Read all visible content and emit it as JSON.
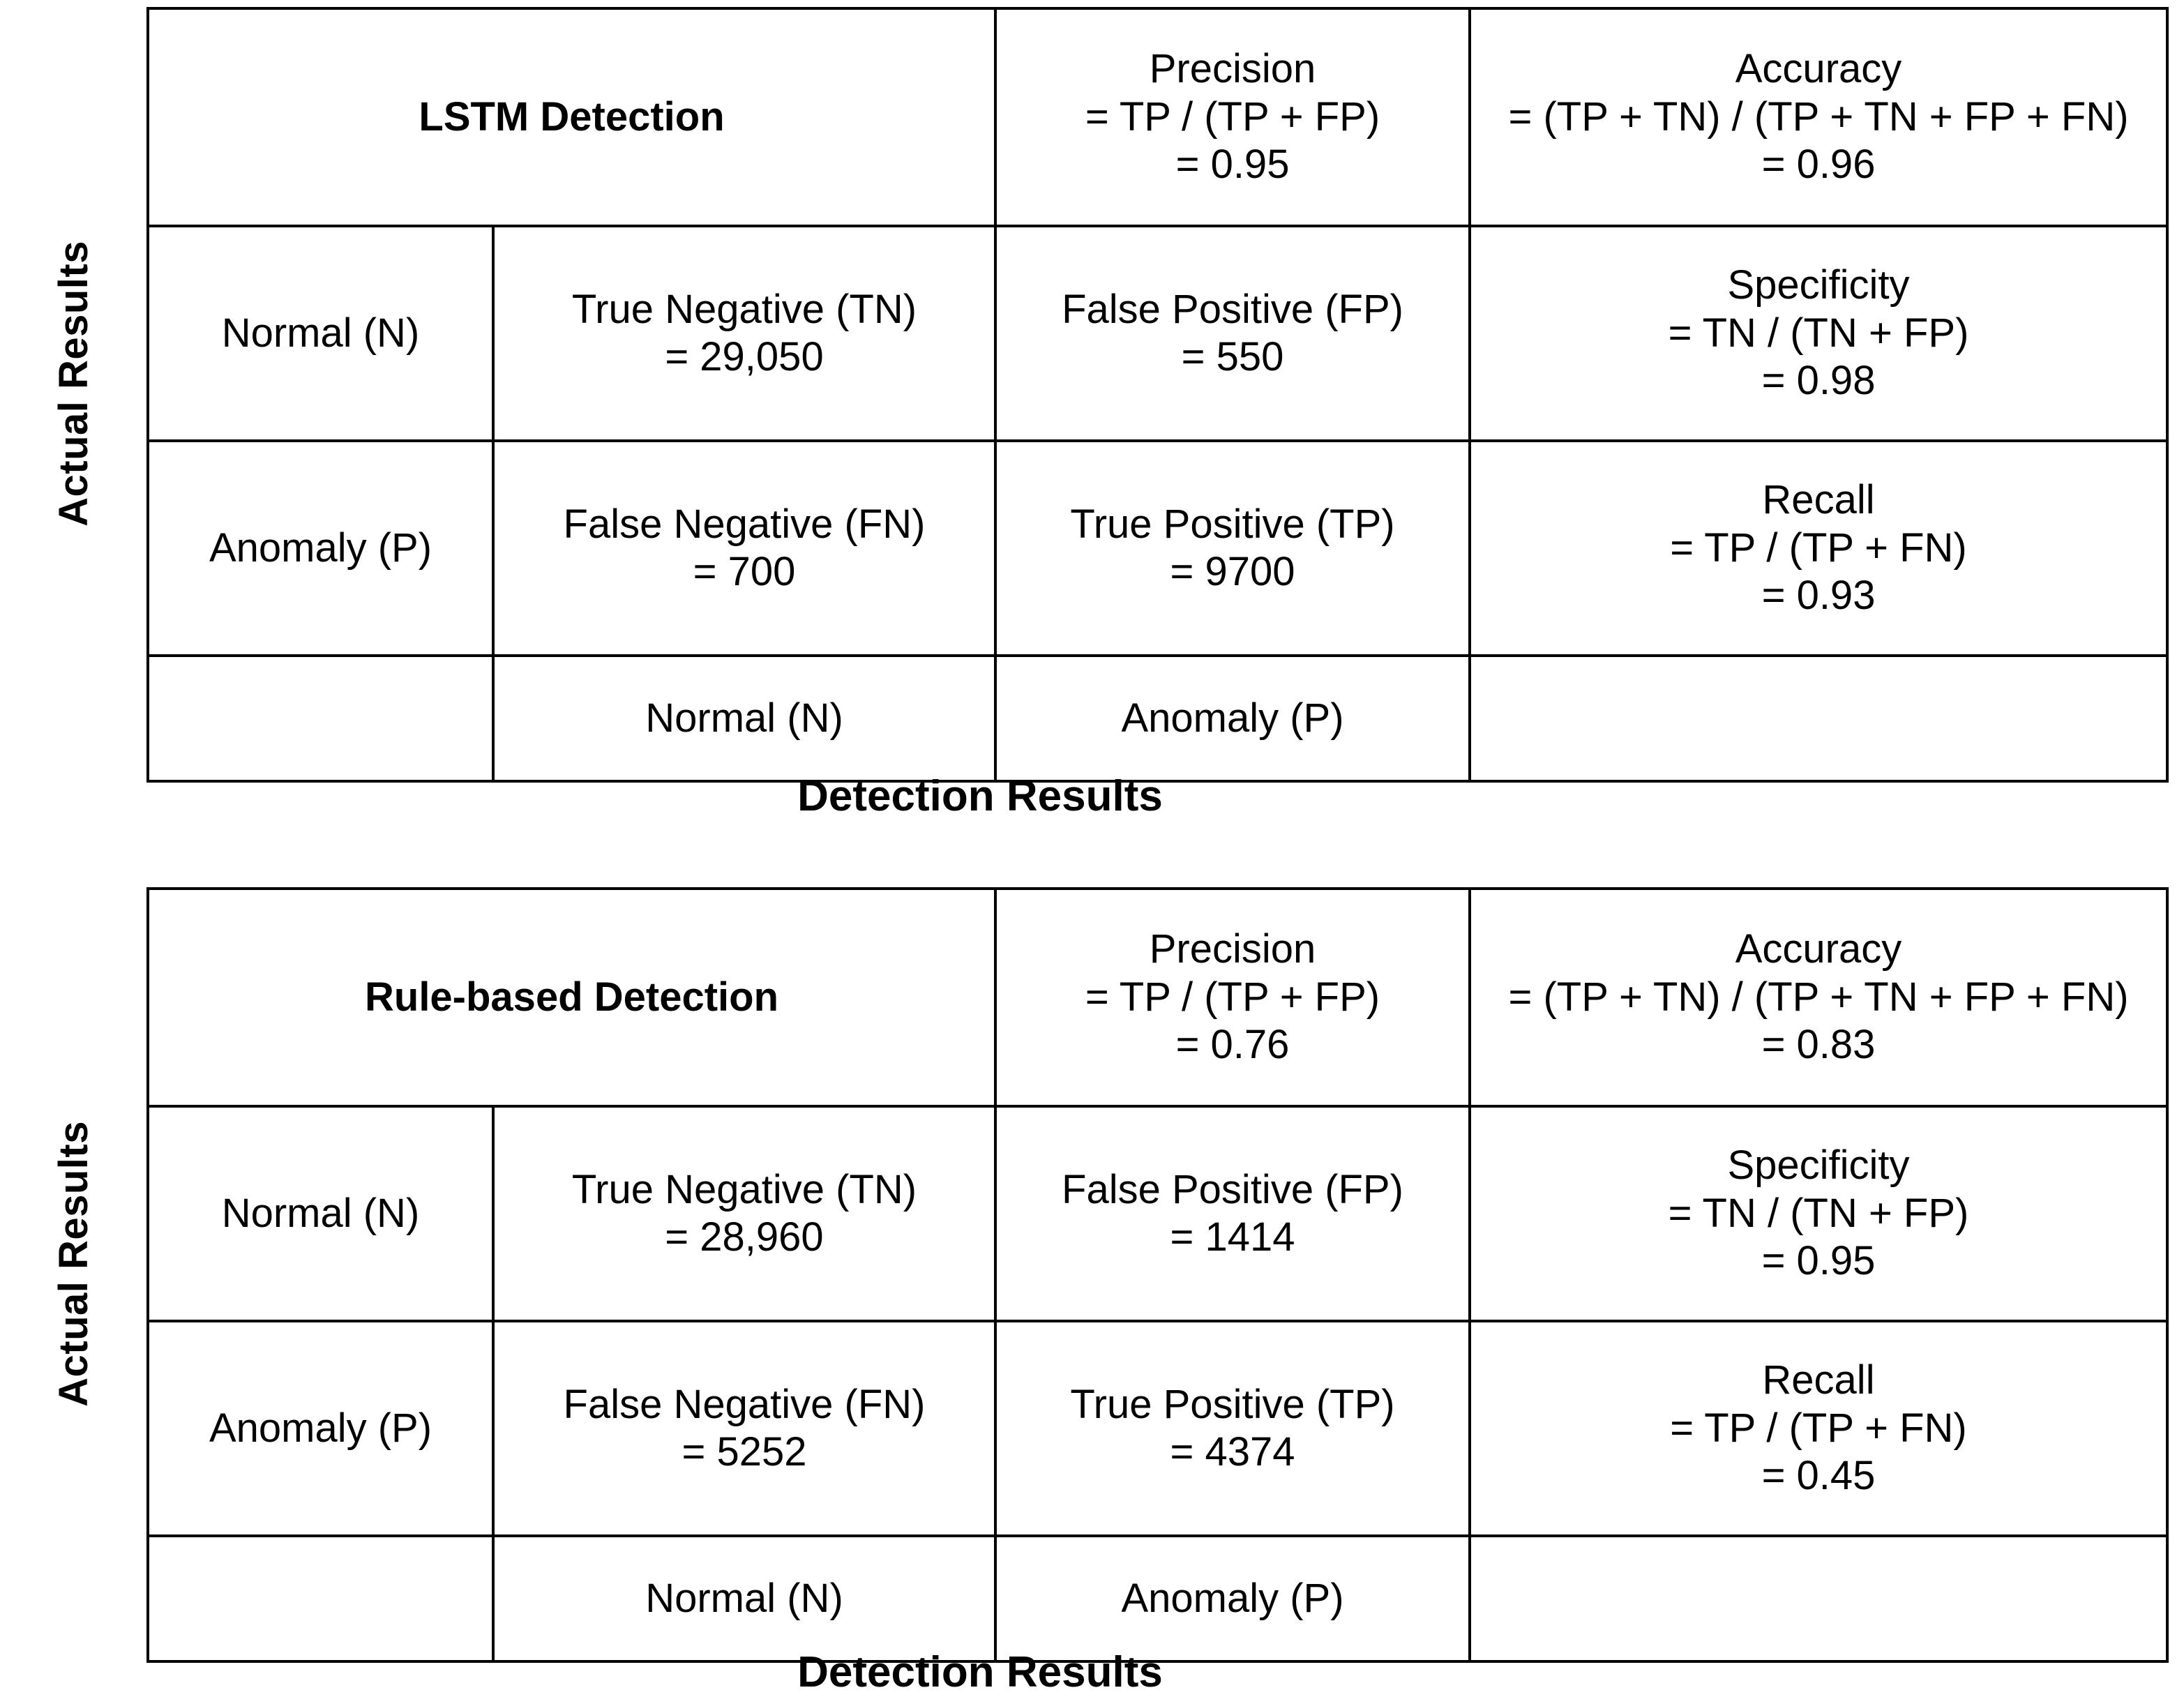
{
  "axis_labels": {
    "actual_results": "Actual Results",
    "detection_results": "Detection Results"
  },
  "matrices": [
    {
      "title": "LSTM Detection",
      "precision": {
        "name": "Precision",
        "formula": "= TP / (TP + FP)",
        "value": "= 0.95"
      },
      "accuracy": {
        "name": "Accuracy",
        "formula": "= (TP + TN) / (TP + TN + FP + FN)",
        "value": "= 0.96"
      },
      "row_normal": {
        "label": "Normal (N)",
        "tn_name": "True Negative (TN)",
        "tn_value": "= 29,050",
        "fp_name": "False Positive (FP)",
        "fp_value": "= 550",
        "specificity": {
          "name": "Specificity",
          "formula": "= TN / (TN + FP)",
          "value": "= 0.98"
        }
      },
      "row_anomaly": {
        "label": "Anomaly (P)",
        "fn_name": "False Negative (FN)",
        "fn_value": "= 700",
        "tp_name": "True Positive (TP)",
        "tp_value": "= 9700",
        "recall": {
          "name": "Recall",
          "formula": "= TP / (TP + FN)",
          "value": "= 0.93"
        }
      },
      "footer": {
        "normal": "Normal (N)",
        "anomaly": "Anomaly (P)"
      }
    },
    {
      "title": "Rule-based Detection",
      "precision": {
        "name": "Precision",
        "formula": "= TP / (TP + FP)",
        "value": "= 0.76"
      },
      "accuracy": {
        "name": "Accuracy",
        "formula": "= (TP + TN) / (TP + TN + FP + FN)",
        "value": "= 0.83"
      },
      "row_normal": {
        "label": "Normal (N)",
        "tn_name": "True Negative (TN)",
        "tn_value": "= 28,960",
        "fp_name": "False Positive (FP)",
        "fp_value": "= 1414",
        "specificity": {
          "name": "Specificity",
          "formula": "= TN / (TN + FP)",
          "value": "= 0.95"
        }
      },
      "row_anomaly": {
        "label": "Anomaly (P)",
        "fn_name": "False Negative (FN)",
        "fn_value": "= 5252",
        "tp_name": "True Positive (TP)",
        "tp_value": "= 4374",
        "recall": {
          "name": "Recall",
          "formula": "= TP / (TP + FN)",
          "value": "= 0.45"
        }
      },
      "footer": {
        "normal": "Normal (N)",
        "anomaly": "Anomaly (P)"
      }
    }
  ],
  "chart_data": {
    "type": "table",
    "title": "Confusion matrices for LSTM and Rule-based anomaly detection",
    "xlabel": "Detection Results",
    "ylabel": "Actual Results",
    "matrices": [
      {
        "name": "LSTM Detection",
        "TN": 29050,
        "FP": 550,
        "FN": 700,
        "TP": 9700,
        "precision": 0.95,
        "accuracy": 0.96,
        "specificity": 0.98,
        "recall": 0.93
      },
      {
        "name": "Rule-based Detection",
        "TN": 28960,
        "FP": 1414,
        "FN": 5252,
        "TP": 4374,
        "precision": 0.76,
        "accuracy": 0.83,
        "specificity": 0.95,
        "recall": 0.45
      }
    ]
  }
}
